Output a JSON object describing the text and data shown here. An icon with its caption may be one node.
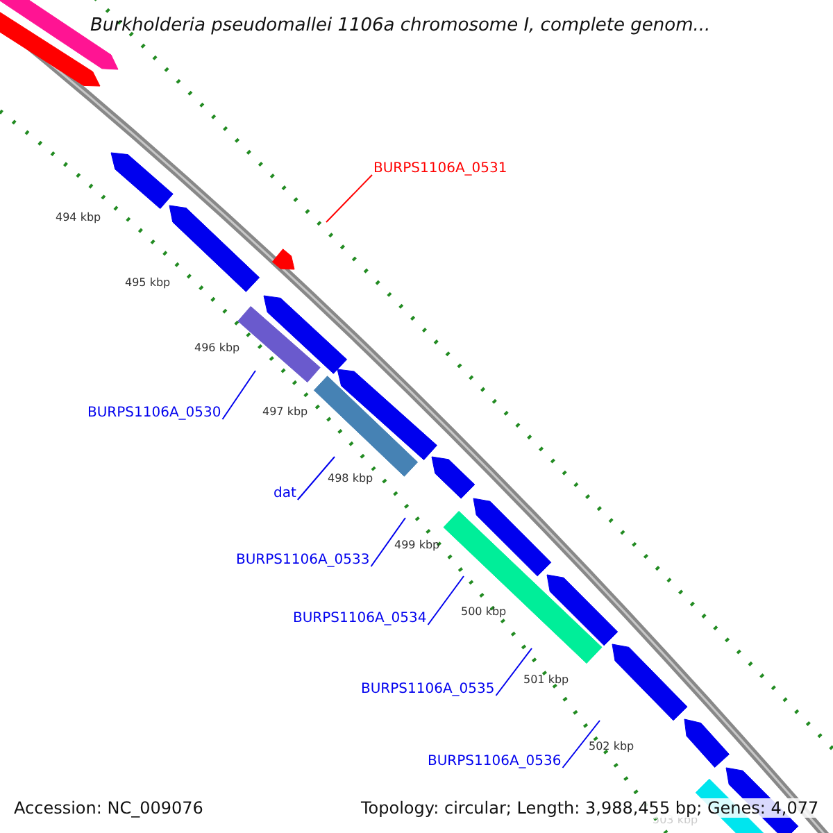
{
  "diagram": {
    "title": "Burkholderia pseudomallei 1106a chromosome I, complete genom...",
    "nodes": [
      {
        "text": [
          "BURPS1106A_0531"
        ]
      },
      {
        "text": [
          "BURPS1106A_0530"
        ]
      },
      {
        "text": [
          "dat"
        ]
      },
      {
        "text": [
          "BURPS1106A_0533"
        ]
      },
      {
        "text": [
          "BURPS1106A_0534"
        ]
      },
      {
        "text": [
          "BURPS1106A_0535"
        ]
      },
      {
        "text": [
          "BURPS1106A_0536"
        ]
      }
    ],
    "edges": [
      {
        "from": 0,
        "to": null,
        "arrow": "none",
        "color": "#ff0000"
      },
      {
        "from": 1,
        "to": null,
        "arrow": "none"
      },
      {
        "from": 2,
        "to": null,
        "arrow": "none"
      },
      {
        "from": 3,
        "to": null,
        "arrow": "none"
      },
      {
        "from": 4,
        "to": null,
        "arrow": "none"
      },
      {
        "from": 5,
        "to": null,
        "arrow": "none"
      },
      {
        "from": 6,
        "to": null,
        "arrow": "none"
      }
    ],
    "labels": [
      "494 kbp",
      "495 kbp",
      "496 kbp",
      "497 kbp",
      "498 kbp",
      "499 kbp",
      "500 kbp",
      "501 kbp",
      "502 kbp",
      "503 kbp",
      "Accession: NC_009076",
      "Topology: circular; Length: 3,988,455 bp; Genes: 4,077"
    ]
  }
}
